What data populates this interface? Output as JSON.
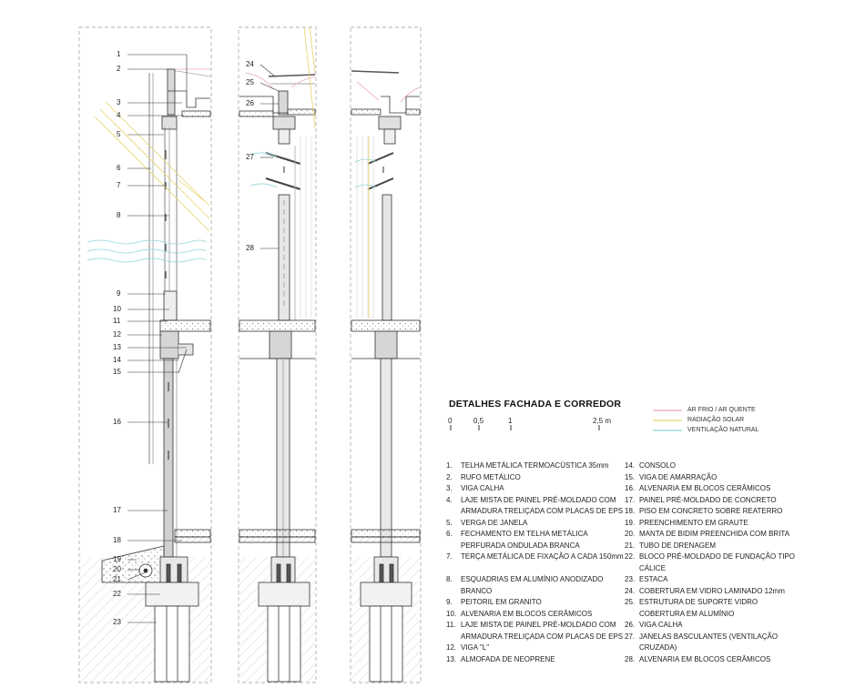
{
  "title": "DETALHES FACHADA E CORREDOR",
  "scale": [
    "0",
    "0,5",
    "1",
    "2,5 m"
  ],
  "legend": [
    {
      "label": "AR FRIO / AR QUENTE",
      "color": "#e8a6b4"
    },
    {
      "label": "RADIAÇÃO SOLAR",
      "color": "#e6d36a"
    },
    {
      "label": "VENTILAÇÃO NATURAL",
      "color": "#8fd4d6"
    }
  ],
  "callouts_left": [
    "1",
    "2",
    "3",
    "4",
    "5",
    "6",
    "7",
    "8",
    "9",
    "10",
    "11",
    "12",
    "13",
    "14",
    "15",
    "16",
    "17",
    "18",
    "19",
    "20",
    "21",
    "22",
    "23"
  ],
  "callouts_middle": [
    "24",
    "25",
    "26",
    "27",
    "28"
  ],
  "notes": [
    {
      "n": "1.",
      "t": "TELHA METÁLICA TERMOACÚSTICA 35mm"
    },
    {
      "n": "2.",
      "t": "RUFO METÁLICO"
    },
    {
      "n": "3.",
      "t": "VIGA CALHA"
    },
    {
      "n": "4.",
      "t": "LAJE MISTA DE PAINEL PRÉ-MOLDADO COM ARMADURA TRELIÇADA COM PLACAS DE EPS"
    },
    {
      "n": "5.",
      "t": "VERGA DE JANELA"
    },
    {
      "n": "6.",
      "t": "FECHAMENTO EM TELHA METÁLICA PERFURADA ONDULADA BRANCA"
    },
    {
      "n": "7.",
      "t": "TERÇA METÁLICA DE FIXAÇÃO A CADA 150mm"
    },
    {
      "n": "8.",
      "t": "ESQUADRIAS EM ALUMÍNIO ANODIZADO BRANCO"
    },
    {
      "n": "9.",
      "t": "PEITORIL EM GRANITO"
    },
    {
      "n": "10.",
      "t": "ALVENARIA EM BLOCOS CERÂMICOS"
    },
    {
      "n": "11.",
      "t": "LAJE MISTA DE PAINEL PRÉ-MOLDADO COM ARMADURA TRELIÇADA COM PLACAS DE EPS"
    },
    {
      "n": "12.",
      "t": "VIGA \"L\""
    },
    {
      "n": "13.",
      "t": "ALMOFADA DE NEOPRENE"
    },
    {
      "n": "14.",
      "t": "CONSOLO"
    },
    {
      "n": "15.",
      "t": "VIGA DE AMARRAÇÃO"
    },
    {
      "n": "16.",
      "t": "ALVENARIA EM BLOCOS CERÂMICOS"
    },
    {
      "n": "17.",
      "t": "PAINEL PRÉ-MOLDADO DE CONCRETO"
    },
    {
      "n": "18.",
      "t": "PISO EM CONCRETO SOBRE REATERRO"
    },
    {
      "n": "19.",
      "t": "PREENCHIMENTO EM GRAUTE"
    },
    {
      "n": "20.",
      "t": "MANTA DE BIDIM PREENCHIDA COM BRITA"
    },
    {
      "n": "21.",
      "t": "TUBO DE DRENAGEM"
    },
    {
      "n": "22.",
      "t": "BLOCO PRÉ-MOLDADO DE FUNDAÇÃO TIPO CÁLICE"
    },
    {
      "n": "23.",
      "t": "ESTACA"
    },
    {
      "n": "24.",
      "t": "COBERTURA EM VIDRO LAMINADO 12mm"
    },
    {
      "n": "25.",
      "t": "ESTRUTURA DE SUPORTE VIDRO COBERTURA EM ALUMÍNIO"
    },
    {
      "n": "26.",
      "t": "VIGA CALHA"
    },
    {
      "n": "27.",
      "t": "JANELAS BASCULANTES (VENTILAÇÃO CRUZADA)"
    },
    {
      "n": "28.",
      "t": "ALVENARIA EM BLOCOS CERÂMICOS"
    }
  ]
}
